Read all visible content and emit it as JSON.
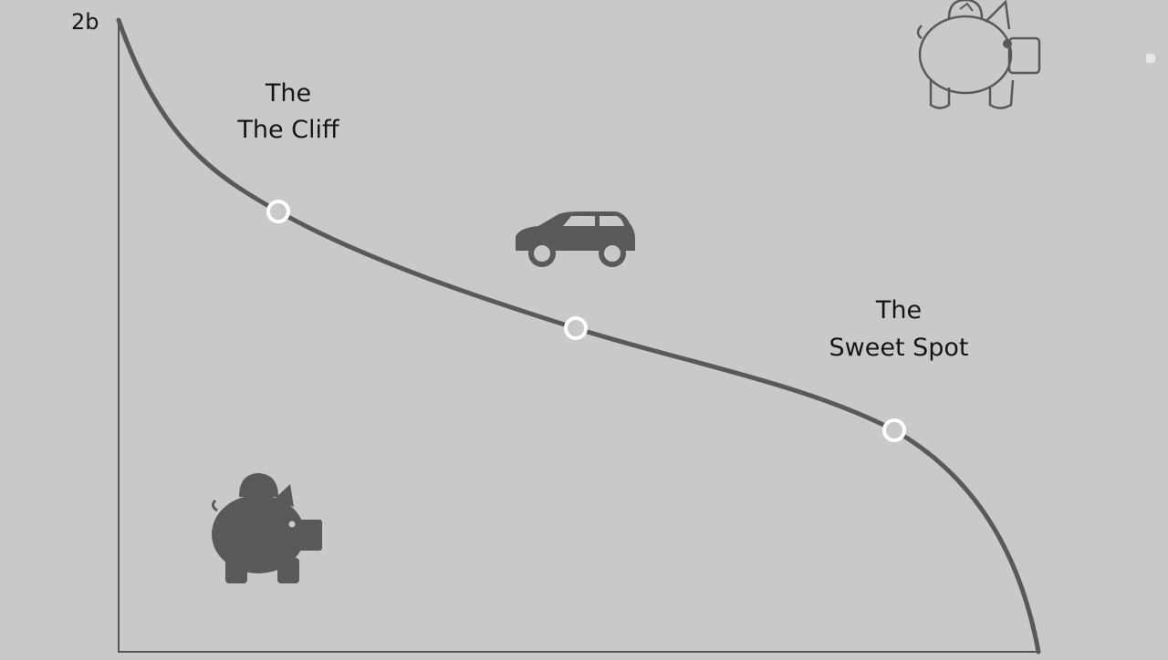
{
  "axis": {
    "y_top_tick": "2b"
  },
  "labels": {
    "cliff": {
      "line1": "The",
      "line2": "The Cliff"
    },
    "sweet_spot": {
      "line1": "The",
      "line2": "Sweet Spot"
    }
  },
  "icons": {
    "top_right": "piggy-bank-outline-icon",
    "middle": "car-icon",
    "bottom_left": "piggy-bank-filled-icon"
  },
  "colors": {
    "background": "#c9c9c9",
    "curve": "#595959",
    "markers": "#ffffff",
    "icons": "#595959"
  }
}
